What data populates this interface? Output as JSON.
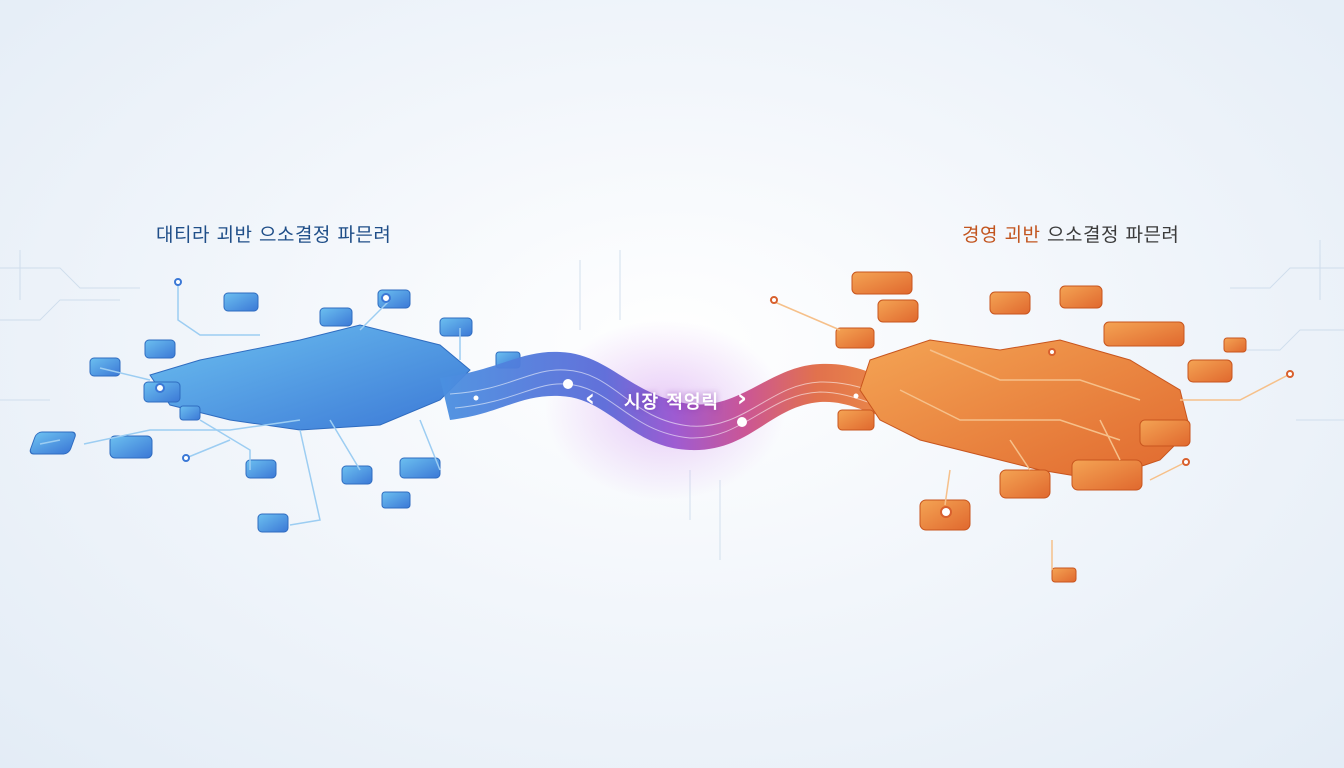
{
  "left_panel": {
    "title": "대티라 괴반 으소결정 파믄려"
  },
  "right_panel": {
    "title_part1": "경영 괴반 ",
    "title_part2": "으소결정 파믄려"
  },
  "bridge": {
    "label": "시장 적엉릭"
  },
  "colors": {
    "left_primary": "#3f8ad8",
    "left_light": "#6cb6ec",
    "middle": "#8a5ad0",
    "right_primary": "#ec8a3c",
    "right_dark": "#d8602e",
    "left_text": "#1f4e88",
    "right_accent_text": "#c2551f"
  },
  "icons": {
    "left_arrow": "chevron-left-icon",
    "right_arrow": "chevron-right-icon"
  }
}
